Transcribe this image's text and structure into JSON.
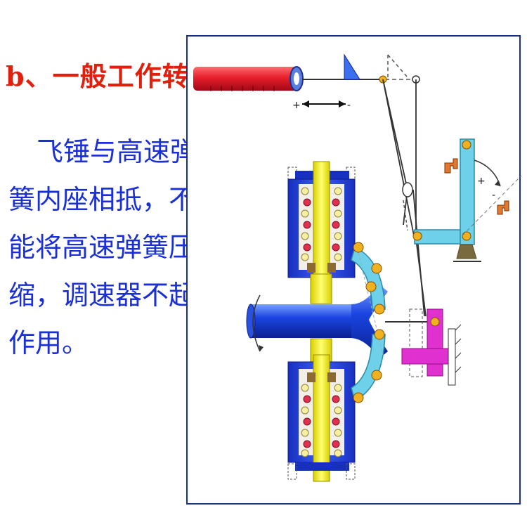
{
  "heading": "b、一般工作转速:",
  "body_lines": [
    "飞锤与高速弹",
    "簧内座相抵，不",
    "能将高速弹簧压",
    "缩，调速器不起",
    "作用。"
  ],
  "diagram": {
    "direction_marks": {
      "plus_left": "+",
      "minus_right": "-",
      "plus_arc": "+",
      "minus_arc": "-"
    }
  },
  "colors": {
    "heading": "#e0200c",
    "text": "#1a2fd6",
    "frame": "#1a2f86",
    "rack": "#e0202e",
    "shaft": "#1840d8",
    "spring_seat": "#f2f030",
    "lever": "#6fd0ea",
    "slider": "#e030d0",
    "weight": "#f0b020"
  }
}
